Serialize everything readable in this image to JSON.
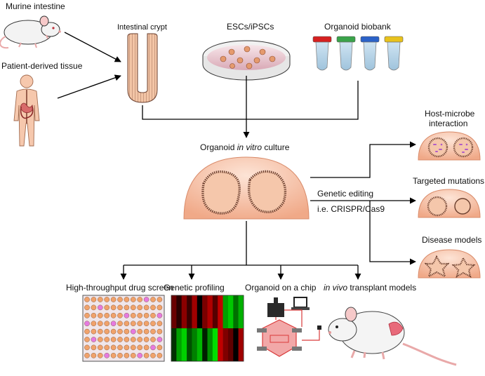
{
  "labels": {
    "murine_intestine": "Murine intestine",
    "patient_tissue": "Patient-derived tissue",
    "intestinal_crypt": "Intestinal crypt",
    "escs_ipscs": "ESCs/iPSCs",
    "organoid_biobank": "Organoid biobank",
    "culture_prefix": "Organoid ",
    "culture_italic": "in vitro",
    "culture_suffix": " culture",
    "host_microbe_1": "Host-microbe",
    "host_microbe_2": "interaction",
    "targeted_mutations": "Targeted mutations",
    "genetic_editing": "Genetic editing",
    "crispr": "i.e. CRISPR/Cas9",
    "disease_models": "Disease models",
    "drug_screen": "High-throughput drug screen",
    "genetic_profiling": "Genetic profiling",
    "organoid_chip": "Organoid on a chip",
    "transplant_italic": "in vivo",
    "transplant_suffix": " transplant models"
  },
  "colors": {
    "tissue_skin": "#f6c8ad",
    "dome": "#f4b79a",
    "dome_edge": "#d98b6a",
    "plate_well": "#f0a26b",
    "plate_well_pink": "#e57ae0",
    "tube_red": "#d62020",
    "tube_green": "#3aa34a",
    "tube_blue": "#2b62c8",
    "tube_yellow": "#e8c21c",
    "chip_red": "#d93a3a"
  },
  "icons": {
    "mouse": "mouse-icon",
    "human": "human-body-icon",
    "crypt": "intestinal-crypt-icon",
    "petri_dish": "petri-dish-icon",
    "tubes": "biobank-tubes-icon",
    "dome": "organoid-dome-icon",
    "plate": "well-plate-icon",
    "heatmap": "heatmap-icon",
    "chip": "organ-chip-icon"
  }
}
